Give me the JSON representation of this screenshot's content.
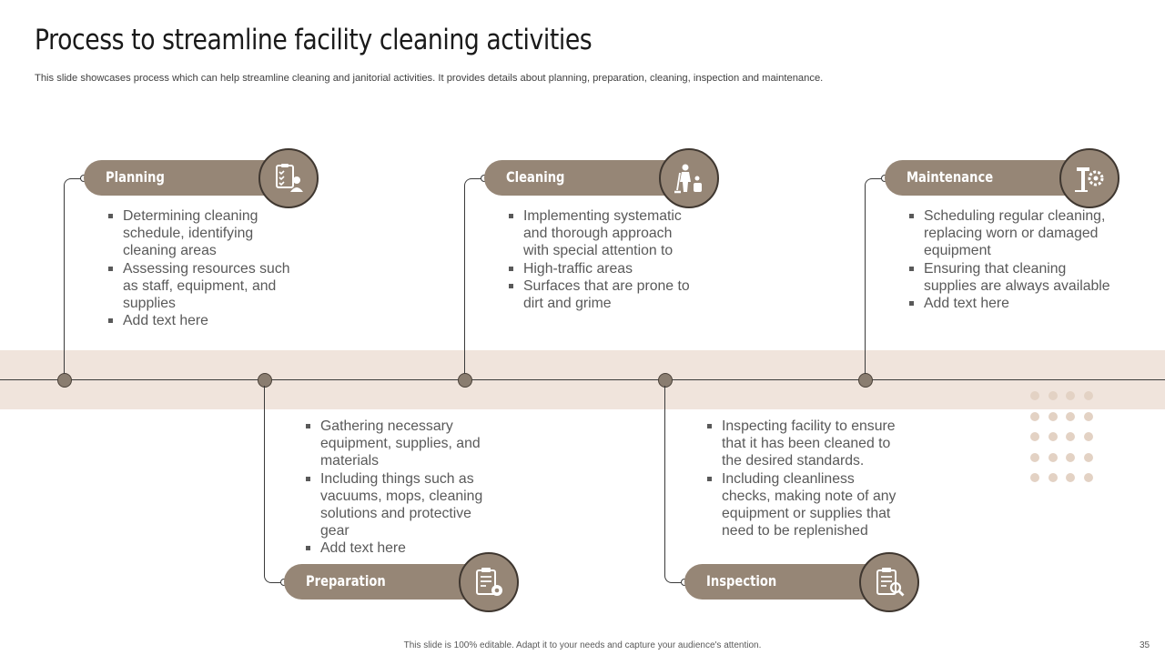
{
  "slide": {
    "title": "Process to streamline facility cleaning activities",
    "subtitle": "This slide showcases process which can help streamline cleaning and janitorial activities. It provides details about planning, preparation, cleaning, inspection and maintenance.",
    "footer": "This slide is 100% editable.  Adapt it to your needs and capture your audience's attention.",
    "page_number": "35"
  },
  "colors": {
    "pill": "#968676",
    "band": "#f0e4dc",
    "node": "#8a7d70",
    "dots": "#e3d2c4"
  },
  "steps": [
    {
      "label": "Planning",
      "icon": "checklist-user-icon",
      "bullets": [
        "Determining cleaning schedule, identifying cleaning areas",
        "Assessing resources such as staff, equipment, and supplies",
        "Add text here"
      ]
    },
    {
      "label": "Preparation",
      "icon": "clipboard-gear-icon",
      "bullets": [
        "Gathering necessary equipment, supplies, and materials",
        "Including things such as vacuums, mops, cleaning solutions and protective gear",
        "Add text here"
      ]
    },
    {
      "label": "Cleaning",
      "icon": "janitor-icon",
      "bullets": [
        "Implementing systematic and thorough approach with special attention to",
        "High-traffic areas",
        "Surfaces that are prone to dirt and grime"
      ]
    },
    {
      "label": "Inspection",
      "icon": "clipboard-search-icon",
      "bullets": [
        "Inspecting facility to ensure that it has been cleaned to the desired standards.",
        "Including cleanliness checks, making note of any equipment or supplies that need to be replenished"
      ]
    },
    {
      "label": "Maintenance",
      "icon": "tools-gear-icon",
      "bullets": [
        "Scheduling regular cleaning, replacing worn or damaged equipment",
        "Ensuring that cleaning supplies are always available",
        "Add text here"
      ]
    }
  ]
}
